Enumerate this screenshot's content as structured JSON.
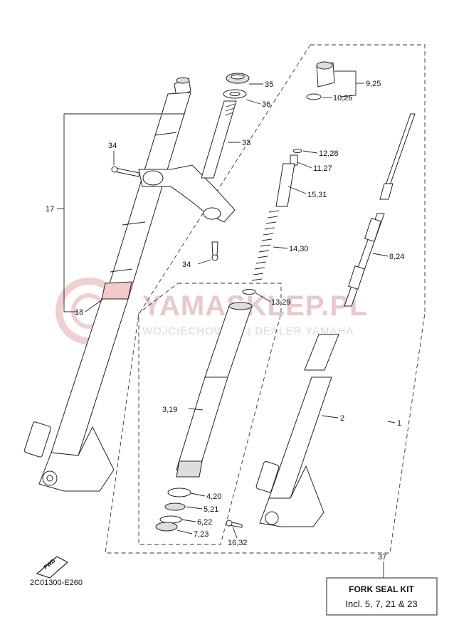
{
  "watermark": {
    "brand": "YAMASKLEP.PL",
    "tagline": "WOJCIECHOWICZ | DEALER YAMAHA"
  },
  "callouts": {
    "c35": "35",
    "c36": "36",
    "c33": "33",
    "c34a": "34",
    "c34b": "34",
    "c17": "17",
    "c18": "18",
    "c9_25": "9,25",
    "c10_26": "10,26",
    "c12_28": "12,28",
    "c11_27": "11,27",
    "c15_31": "15,31",
    "c14_30": "14,30",
    "c8_24": "8,24",
    "c13_29": "13,29",
    "c3_19": "3,19",
    "c2": "2",
    "c1": "1",
    "c4_20": "4,20",
    "c5_21": "5,21",
    "c6_22": "6,22",
    "c7_23": "7,23",
    "c16_32": "16,32",
    "c37": "37"
  },
  "fwd_badge": "FWD",
  "diagram_code": "2C01300-E260",
  "kit": {
    "title": "FORK SEAL KIT",
    "contents": "Incl. 5, 7, 21 & 23"
  }
}
